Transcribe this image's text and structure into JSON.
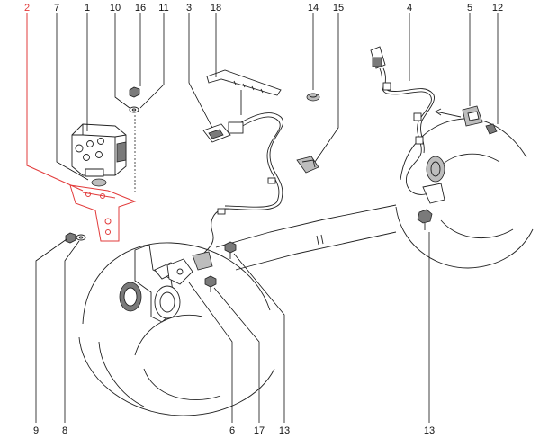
{
  "colors": {
    "highlight": "#e23b3b",
    "ink": "#222222",
    "background": "#ffffff"
  },
  "callouts": {
    "top": [
      "2",
      "7",
      "1",
      "10",
      "16",
      "11",
      "3",
      "18",
      "14",
      "15",
      "4",
      "5",
      "12"
    ],
    "bottom": [
      "9",
      "8",
      "6",
      "17",
      "13",
      "13"
    ]
  },
  "highlighted_callout": "2"
}
